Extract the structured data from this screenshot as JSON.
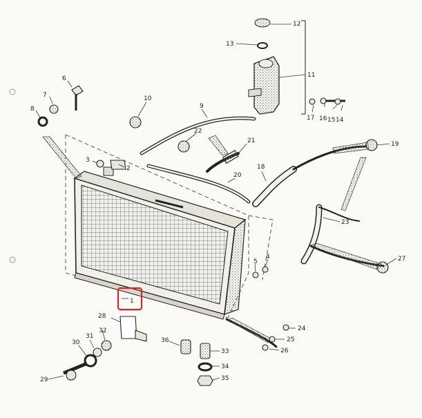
{
  "diagram": {
    "highlight_color": "#cc2b2b",
    "highlighted_callout": "1",
    "callouts": {
      "c1": "1",
      "c2": "2",
      "c3": "3",
      "c4": "4",
      "c5": "5",
      "c6": "6",
      "c7": "7",
      "c8": "8",
      "c9": "9",
      "c10": "10",
      "c11": "11",
      "c12": "12",
      "c13": "13",
      "c14": "14",
      "c15": "15",
      "c16": "16",
      "c17": "17",
      "c18": "18",
      "c19": "19",
      "c20": "20",
      "c21": "21",
      "c22a": "22",
      "c22b": "22",
      "c23": "23",
      "c24": "24",
      "c25": "25",
      "c26": "26",
      "c27": "27",
      "c28": "28",
      "c29": "29",
      "c30": "30",
      "c31": "31",
      "c32": "32",
      "c33": "33",
      "c34": "34",
      "c35": "35",
      "c36": "36"
    }
  }
}
